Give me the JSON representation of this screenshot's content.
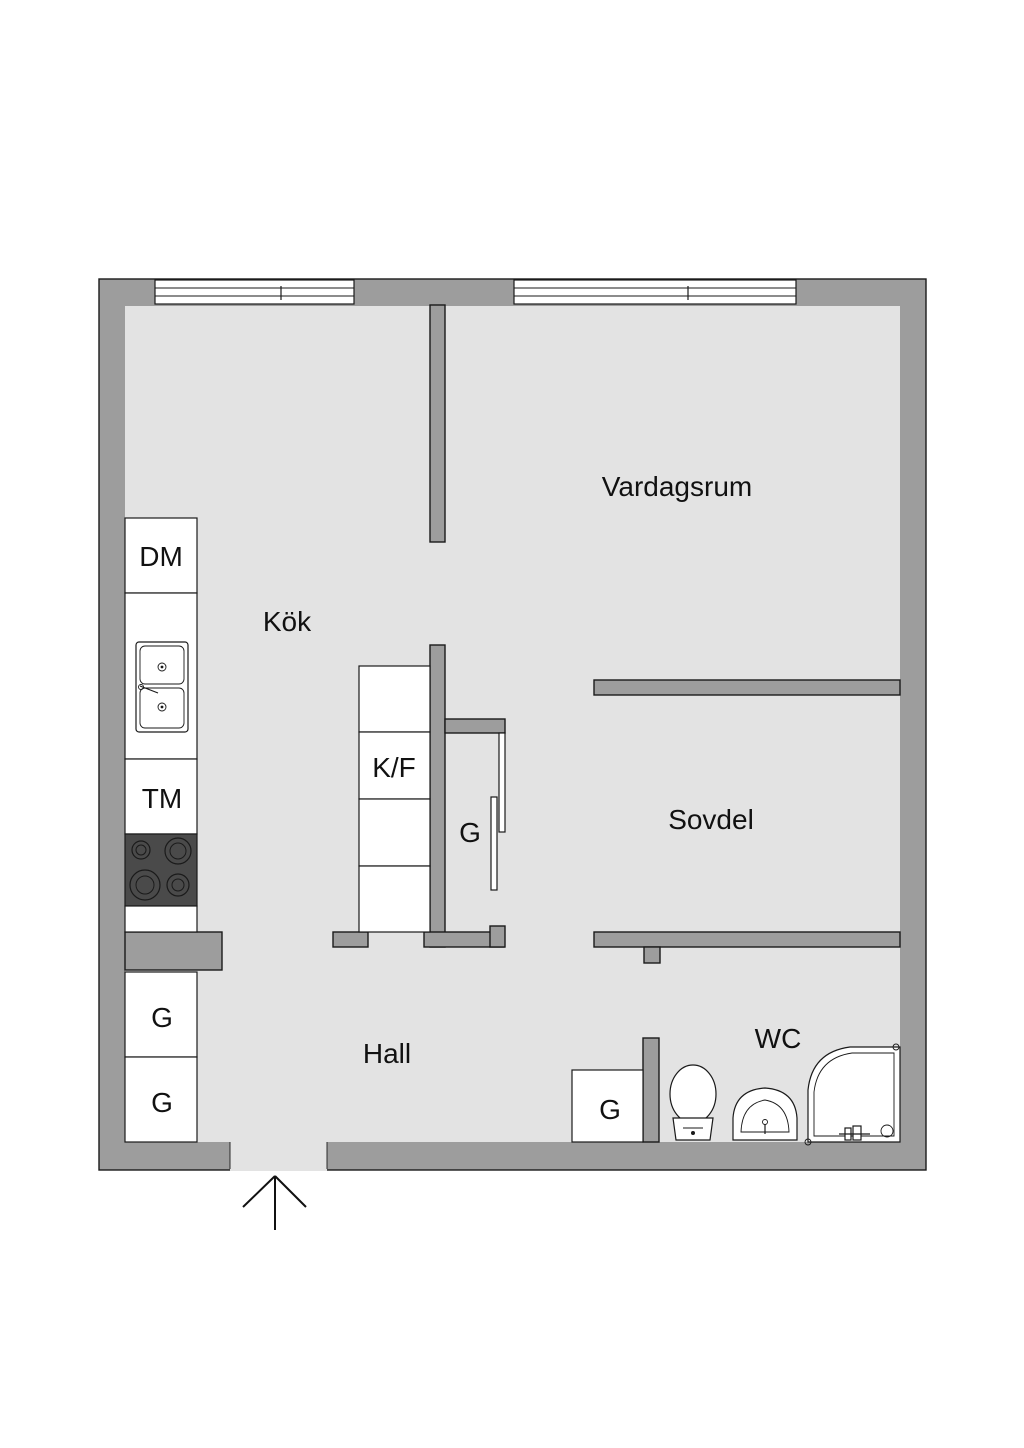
{
  "rooms": {
    "kitchen": "Kök",
    "living": "Vardagsrum",
    "sleeping": "Sovdel",
    "hall": "Hall",
    "wc": "WC"
  },
  "fixtures": {
    "dishwasher": "DM",
    "fridge_freezer": "K/F",
    "dryer": "TM",
    "wardrobe_kitchen": "G",
    "wardrobe_hall_1": "G",
    "wardrobe_hall_2": "G",
    "wardrobe_hall_3": "G"
  },
  "icons": {
    "entrance": "entrance-arrow-icon",
    "sink": "kitchen-sink-icon",
    "stove": "stove-icon",
    "toilet": "toilet-icon",
    "basin": "wash-basin-icon",
    "shower": "shower-icon"
  },
  "colors": {
    "wall": "#9d9d9d",
    "floor": "#e3e3e3",
    "stove": "#4a4a4a"
  }
}
